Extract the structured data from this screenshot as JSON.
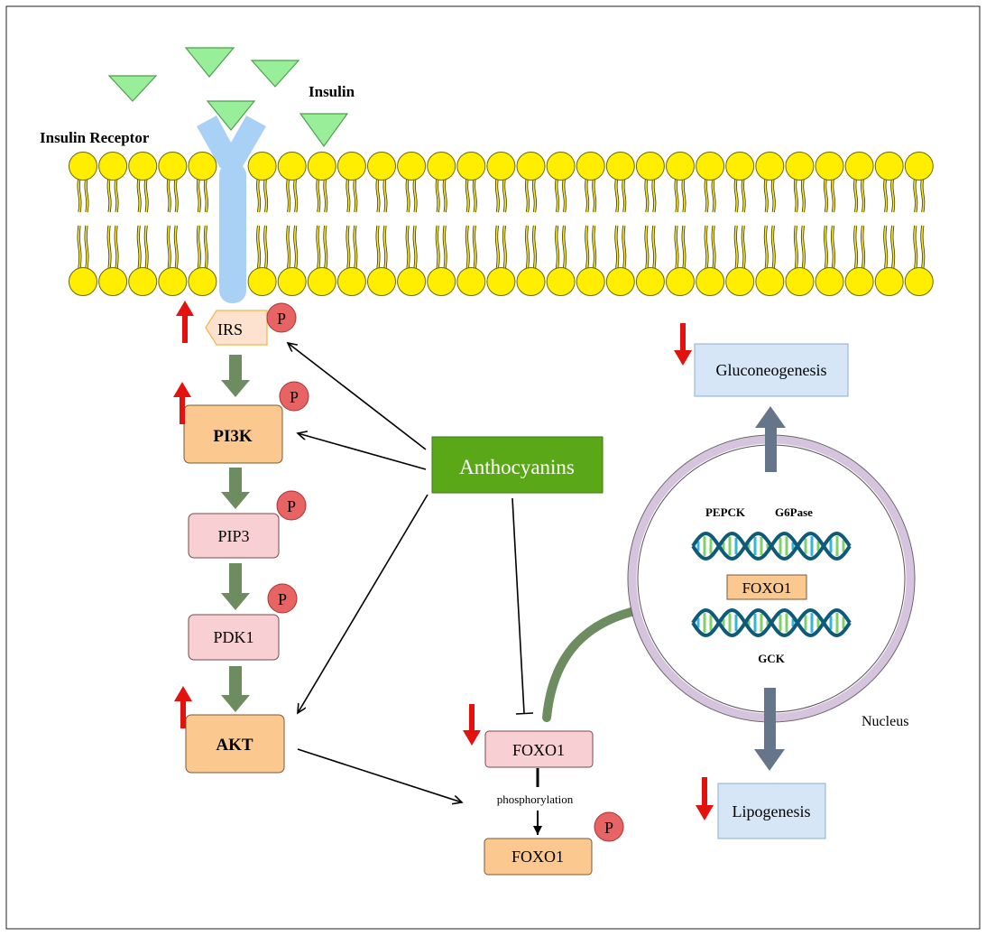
{
  "labels": {
    "insulin": "Insulin",
    "insulin_receptor": "Insulin Receptor",
    "irs": "IRS",
    "pi3k": "PI3K",
    "pip3": "PIP3",
    "pdk1": "PDK1",
    "akt": "AKT",
    "anthocyanins": "Anthocyanins",
    "foxo1_cytoplasm": "FOXO1",
    "phosphorylation": "phosphorylation",
    "foxo1_phosphorylated": "FOXO1",
    "gluconeogenesis": "Gluconeogenesis",
    "lipogenesis": "Lipogenesis",
    "nucleus": "Nucleus",
    "pepck": "PEPCK",
    "g6pase": "G6Pase",
    "foxo1_nucleus": "FOXO1",
    "gck": "GCK",
    "phospho_mark": "P"
  },
  "colors": {
    "membrane_head": "#ffee00",
    "receptor": "#a9d0f5",
    "insulin": "#99ee99",
    "anthocyanins": "#5aa818",
    "orange_box": "#fbc88f",
    "pink_box": "#f8cfd2",
    "blue_box": "#d6e6f7",
    "phospho": "#e86464",
    "up_down_arrow": "#e3120f",
    "pathway_arrow": "#6d8c5f",
    "nucleus_ring": "#d6c4de",
    "dna_dark": "#0e5a78",
    "dna_light": "#7fd06a"
  },
  "regulation": {
    "irs": "up",
    "pi3k": "up",
    "akt": "up",
    "foxo1": "down",
    "gluconeogenesis": "down",
    "lipogenesis": "down"
  }
}
